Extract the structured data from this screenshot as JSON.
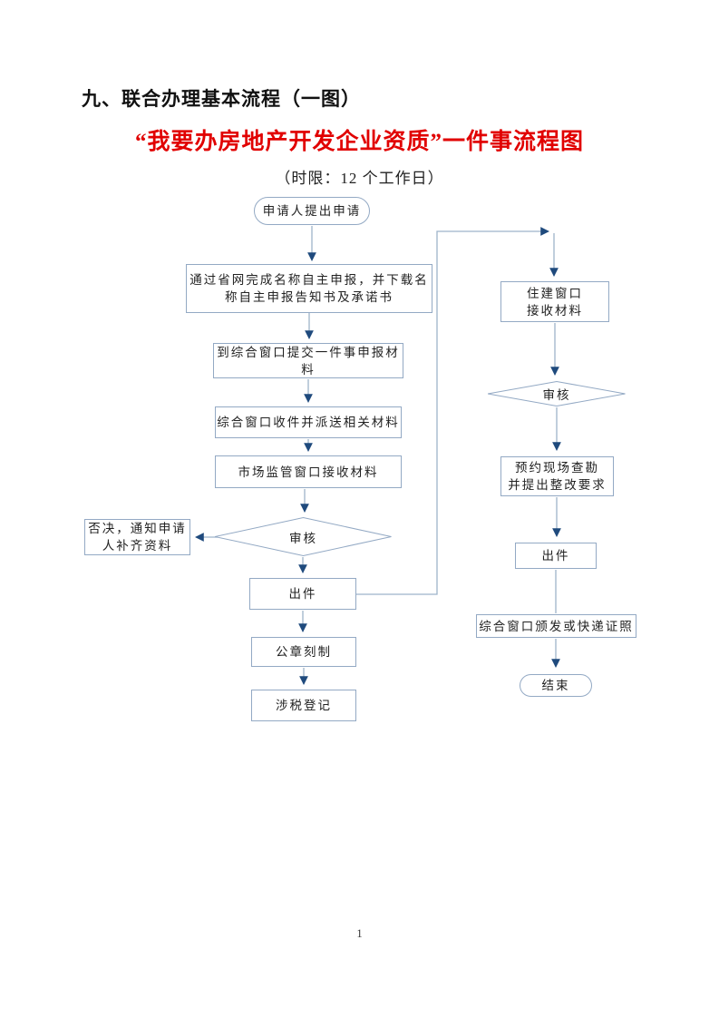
{
  "document": {
    "heading": "九、联合办理基本流程（一图）",
    "title": "“我要办房地产开发企业资质”一件事流程图",
    "subtitle": "（时限：12 个工作日）"
  },
  "flowchart": {
    "start": "申请人提出申请",
    "left": {
      "step1": "通过省网完成名称自主申报，并下载名\n称自主申报告知书及承诺书",
      "step2": "到综合窗口提交一件事申报材\n料",
      "step3": "综合窗口收件并派送相关材料",
      "step4": "市场监管窗口接收材料",
      "review": "审核",
      "reject": "否决，通知申请\n人补齐资料",
      "issue": "出件",
      "seal": "公章刻制",
      "tax": "涉税登记"
    },
    "right": {
      "receive": "住建窗口\n接收材料",
      "review": "审核",
      "survey": "预约现场查勘\n并提出整改要求",
      "issue": "出件",
      "deliver": "综合窗口颁发或快递证照",
      "end": "结束"
    }
  },
  "colors": {
    "line": "#9db3ca",
    "arrow": "#1f4a7d",
    "border": "#93a9c4",
    "red": "#e10000"
  },
  "page": {
    "number": "1"
  }
}
